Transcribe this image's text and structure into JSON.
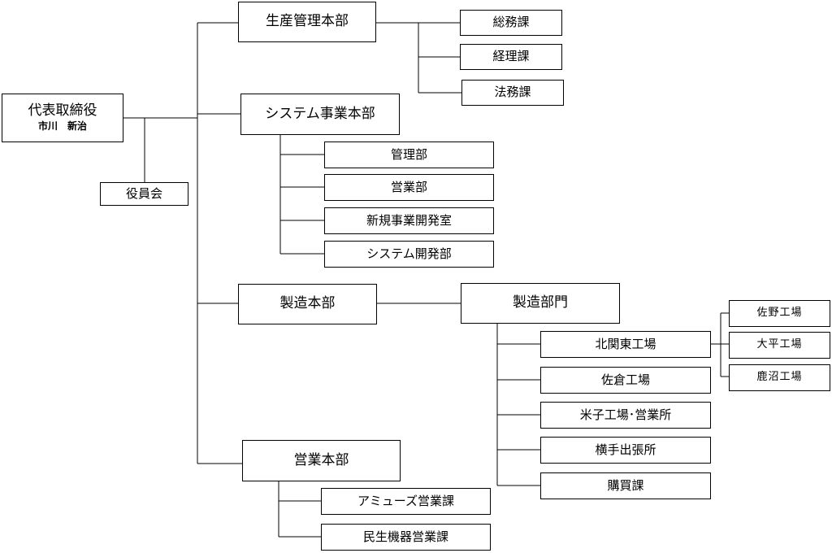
{
  "ceo": {
    "title": "代表取締役",
    "name": "市川　新治"
  },
  "board": "役員会",
  "divisions": {
    "production_mgmt": "生産管理本部",
    "system_business": "システム事業本部",
    "manufacturing": "製造本部",
    "sales": "営業本部"
  },
  "production_mgmt_sections": [
    "総務課",
    "経理課",
    "法務課"
  ],
  "system_business_sections": [
    "管理部",
    "営業部",
    "新規事業開発室",
    "システム開発部"
  ],
  "manufacturing_department": "製造部門",
  "manufacturing_units": [
    "北関東工場",
    "佐倉工場",
    "米子工場･営業所",
    "横手出張所",
    "購買課"
  ],
  "kitakanto_plants": [
    "佐野工場",
    "大平工場",
    "鹿沼工場"
  ],
  "sales_sections": [
    "アミューズ営業課",
    "民生機器営業課"
  ]
}
